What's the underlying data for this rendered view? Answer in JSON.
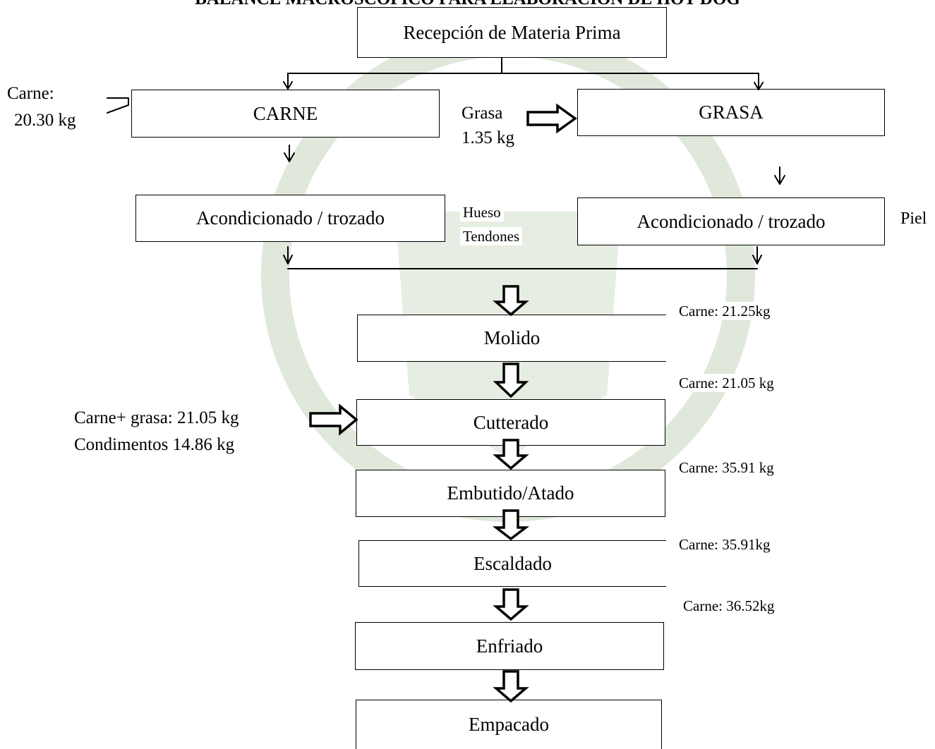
{
  "title": "BALANCE MACROSCÓPICO PARA ELABORACIÓN DE HOT DOG",
  "steps": {
    "recepcion": "Recepción de Materia Prima",
    "carne": "CARNE",
    "grasa": "GRASA",
    "acond_carne": "Acondicionado / trozado",
    "acond_grasa": "Acondicionado / trozado",
    "molido": "Molido",
    "cutterado": "Cutterado",
    "embutido": "Embutido/Atado",
    "escaldado": "Escaldado",
    "enfriado": "Enfriado",
    "empacado": "Empacado"
  },
  "inputs": {
    "carne_label": "Carne:",
    "carne_value": "20.30 kg",
    "grasa_label": "Grasa",
    "grasa_value": "1.35 kg",
    "cutter_line1": "Carne+ grasa: 21.05  kg",
    "cutter_line2": "Condimentos 14.86 kg"
  },
  "outputs": {
    "hueso": "Hueso",
    "tendones": "Tendones",
    "piel": "Piel"
  },
  "balances": {
    "molido": "Carne: 21.25kg",
    "cutterado": "Carne: 21.05 kg",
    "embutido": "Carne: 35.91 kg",
    "escaldado": "Carne: 35.91kg",
    "enfriado": "Carne: 36.52kg"
  },
  "colors": {
    "line": "#000000",
    "watermark": "#dfe8da"
  }
}
